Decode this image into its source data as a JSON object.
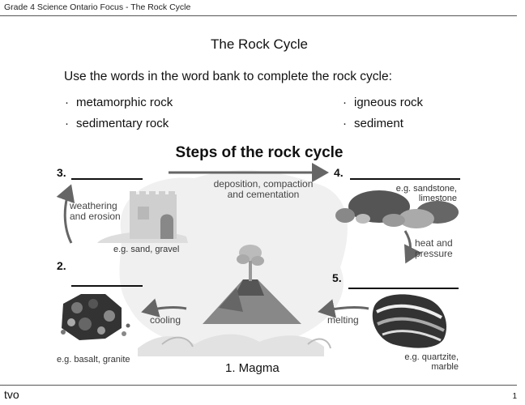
{
  "header": {
    "text": "Grade 4 Science Ontario Focus - The Rock Cycle"
  },
  "title": "The Rock Cycle",
  "instructions": "Use the words in the word bank to complete the rock cycle:",
  "word_bank": {
    "bullet": "·",
    "items": [
      "metamorphic rock",
      "igneous rock",
      "sedimentary rock",
      "sediment"
    ]
  },
  "diagram": {
    "title": "Steps of the rock cycle",
    "numbers": {
      "n1": "1. Magma",
      "n2": "2.",
      "n3": "3.",
      "n4": "4.",
      "n5": "5."
    },
    "processes": {
      "deposition_line1": "deposition, compaction",
      "deposition_line2": "and cementation",
      "weathering_line1": "weathering",
      "weathering_line2": "and erosion",
      "heat_line1": "heat and",
      "heat_line2": "pressure",
      "cooling": "cooling",
      "melting": "melting"
    },
    "examples": {
      "sand": "e.g. sand, gravel",
      "sandstone_line1": "e.g. sandstone,",
      "sandstone_line2": "limestone",
      "basalt": "e.g. basalt, granite",
      "quartzite_line1": "e.g. quartzite,",
      "quartzite_line2": "marble"
    }
  },
  "footer": {
    "logo": "tvo",
    "page": "1"
  }
}
